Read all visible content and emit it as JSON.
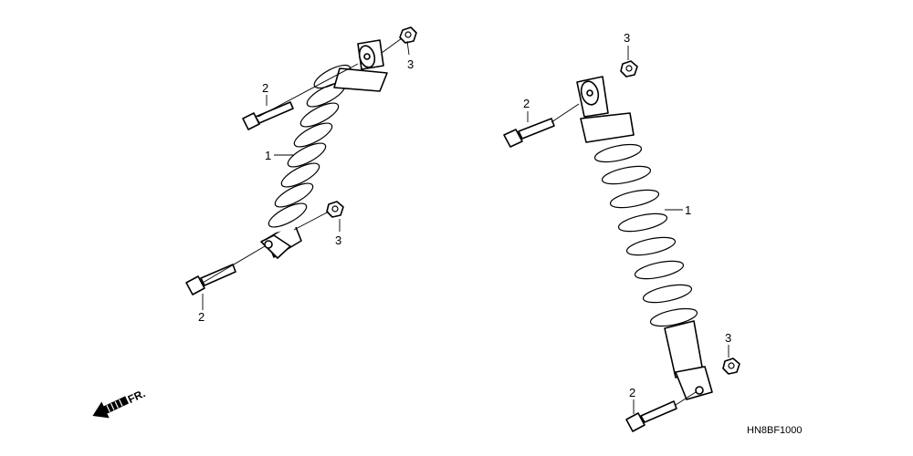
{
  "diagram": {
    "diagram_code": "HN8BF1000",
    "front_marker": "FR.",
    "callouts": {
      "left_shock": "1",
      "left_upper_bolt": "2",
      "left_upper_nut": "3",
      "left_lower_nut": "3",
      "left_lower_bolt": "2",
      "right_shock": "1",
      "right_upper_nut": "3",
      "right_upper_bolt": "2",
      "right_lower_nut": "3",
      "right_lower_bolt": "2"
    }
  }
}
